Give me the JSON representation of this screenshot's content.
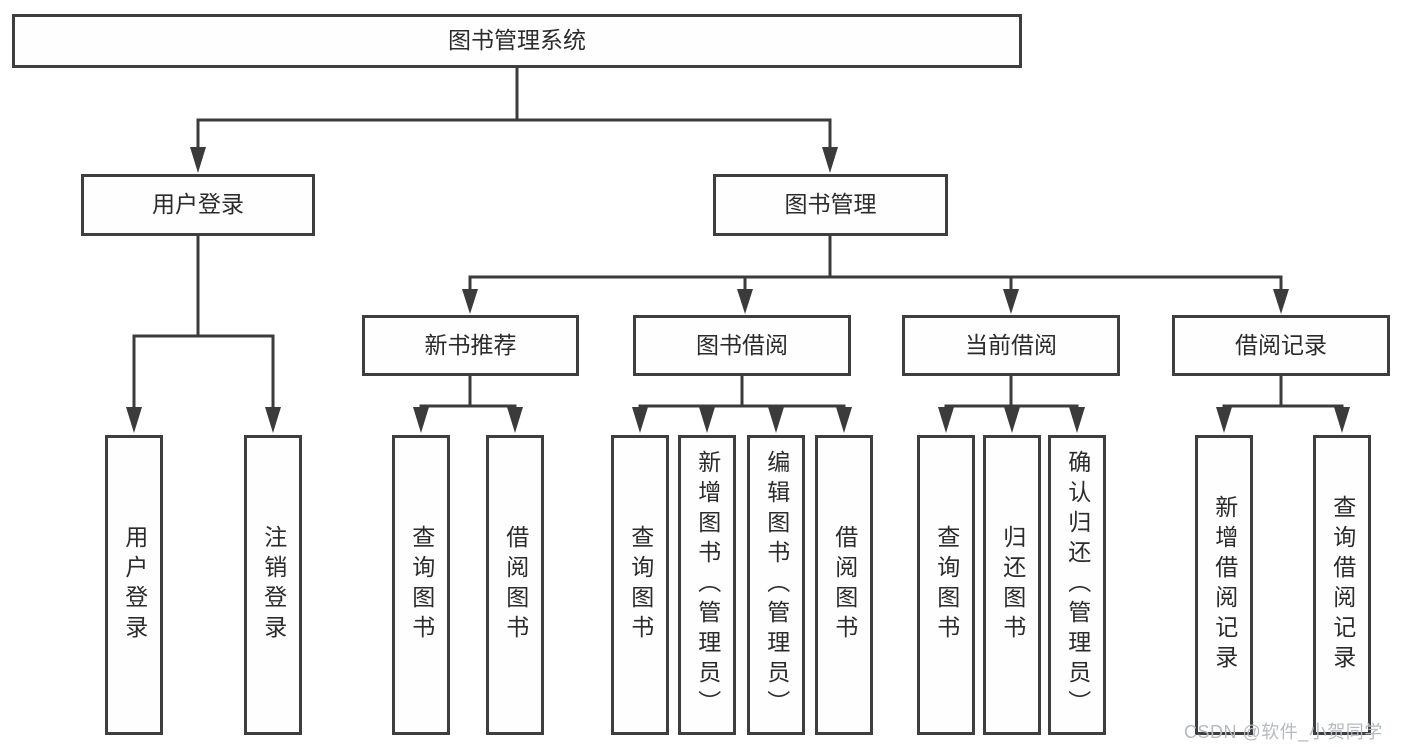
{
  "diagram": {
    "root": {
      "label": "图书管理系统"
    },
    "branches": [
      {
        "label": "用户登录",
        "children": [
          {
            "label": "用户登录"
          },
          {
            "label": "注销登录"
          }
        ]
      },
      {
        "label": "图书管理",
        "children": [
          {
            "label": "新书推荐",
            "children": [
              {
                "label": "查询图书"
              },
              {
                "label": "借阅图书"
              }
            ]
          },
          {
            "label": "图书借阅",
            "children": [
              {
                "label": "查询图书"
              },
              {
                "label": "新增图书（管理员）"
              },
              {
                "label": "编辑图书（管理员）"
              },
              {
                "label": "借阅图书"
              }
            ]
          },
          {
            "label": "当前借阅",
            "children": [
              {
                "label": "查询图书"
              },
              {
                "label": "归还图书"
              },
              {
                "label": "确认归还（管理员）"
              }
            ]
          },
          {
            "label": "借阅记录",
            "children": [
              {
                "label": "新增借阅记录"
              },
              {
                "label": "查询借阅记录"
              }
            ]
          }
        ]
      }
    ]
  },
  "watermark": {
    "text": "CSDN @软件_小贺同学"
  },
  "colors": {
    "line": "#3b3b3b",
    "box_border": "#3e3e3e",
    "box_fill": "#fffefe",
    "text": "#2b2b2b",
    "watermark": "#b4bac0",
    "background": "#ffffff"
  }
}
